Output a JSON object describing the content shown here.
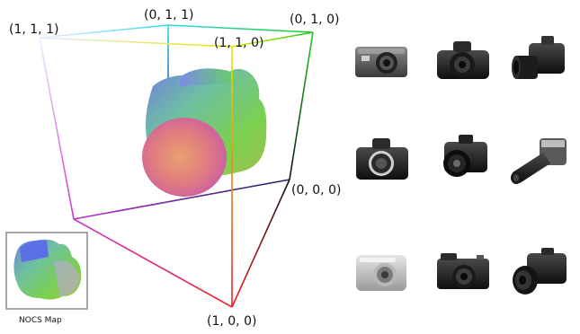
{
  "cube": {
    "corners": [
      {
        "id": "top-left",
        "label": "(1, 1, 1)"
      },
      {
        "id": "top-back",
        "label": "(0, 1, 1)"
      },
      {
        "id": "top-right",
        "label": "(0, 1, 0)"
      },
      {
        "id": "top-front",
        "label": "(1, 1, 0)"
      },
      {
        "id": "origin",
        "label": "(0, 0, 0)"
      },
      {
        "id": "bottom-front",
        "label": "(1, 0, 0)"
      }
    ]
  },
  "inset": {
    "caption": "NOCS Map"
  },
  "gallery": {
    "rows": 3,
    "cols": 3,
    "items": [
      {
        "name": "compact-camera-dark"
      },
      {
        "name": "dslr-camera"
      },
      {
        "name": "dslr-telephoto-camera"
      },
      {
        "name": "dslr-front-camera"
      },
      {
        "name": "dslr-black-camera"
      },
      {
        "name": "zoom-lens-camera"
      },
      {
        "name": "compact-camera-silver"
      },
      {
        "name": "mirrorless-camera"
      },
      {
        "name": "bridge-camera"
      }
    ]
  },
  "colors": {
    "text": "#111111",
    "inset_border": "#8a8a8a",
    "cube_edges": [
      "#ffffff",
      "#00ffff",
      "#ffff00",
      "#ff00ff",
      "#00ff00",
      "#ff0000",
      "#000000"
    ]
  }
}
